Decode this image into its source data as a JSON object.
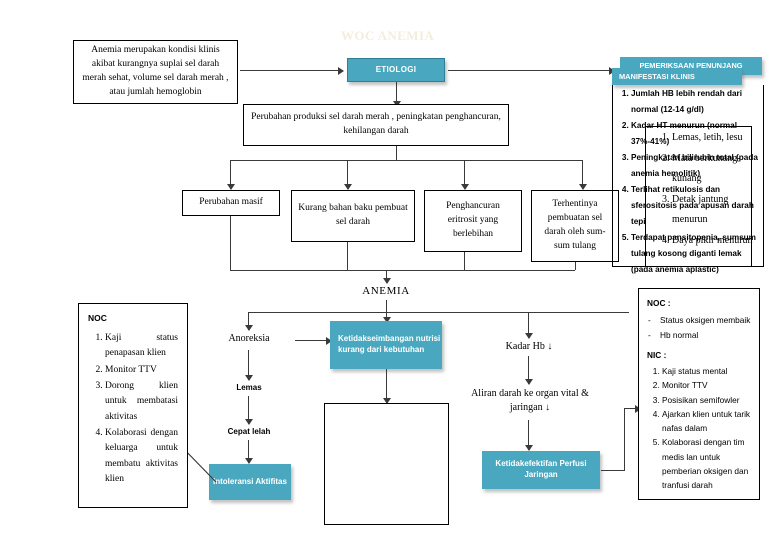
{
  "page": {
    "title": "WOC ANEMIA",
    "accent_color": "#49a8c0",
    "title_color": "#f3eddc",
    "line_color": "#3a3a3a"
  },
  "definition_box": {
    "text": "Anemia merupakan kondisi klinis akibat kurangnya suplai sel darah merah sehat, volume sel darah merah , atau jumlah hemoglobin"
  },
  "etiologi": {
    "label": "ETIOLOGI"
  },
  "mechanism_box": {
    "text": "Perubahan produksi sel darah merah , peningkatan penghancuran, kehilangan darah"
  },
  "causes": [
    {
      "text": "Perubahan masif"
    },
    {
      "text": "Kurang bahan baku pembuat sel darah"
    },
    {
      "text": "Penghancuran eritrosit yang berlebihan"
    },
    {
      "text": "Terhentinya pembuatan sel darah oleh sum-sum tulang"
    }
  ],
  "pemeriksaan_penunjang": {
    "header": "PEMERIKSAAN PENUNJANG",
    "items": [
      "Jumlah HB lebih rendah dari normal (12-14 g/dl)",
      "Kadar HT menurun (normal 37%-41%)",
      "Peningkatan bilirubin total (pada anemia hemolitik)",
      "Terlihat retikulosis dan sferositosis pada apusan darah tepi",
      "Terdapat pansitopenia, sumsum tulang kosong diganti lemak (pada anemia aplastic)"
    ]
  },
  "manifestasi_klinis": {
    "header": "MANIFESTASI KLINIS",
    "items": [
      "Lemas, letih, lesu",
      "Mata berkunang-kunang",
      "Detak jantung menurun",
      "Daya pikir menurun"
    ]
  },
  "anemia_node": {
    "label": "ANEMIA"
  },
  "left_branch": {
    "nodes": [
      "Anoreksia",
      "Lemas",
      "Cepat lelah"
    ],
    "diagnosis": "Intoleransi Aktifitas"
  },
  "center_branch": {
    "diagnosis": "Ketidakseimbangan nutrisi kurang dari kebutuhan"
  },
  "right_branch": {
    "nodes": [
      "Kadar Hb ↓",
      "Aliran darah ke organ vital & jaringan ↓"
    ],
    "diagnosis": "Ketidakefektifan  Perfusi Jaringan"
  },
  "noc_left": {
    "header": "NOC",
    "items": [
      "Kaji status penapasan klien",
      "Monitor TTV",
      "Dorong klien untuk membatasi aktivitas",
      "Kolaborasi dengan keluarga untuk membatu aktivitas klien"
    ]
  },
  "noc_nic_right": {
    "noc_header": "NOC :",
    "noc_items": [
      "Status oksigen membaik",
      "Hb normal"
    ],
    "nic_header": "NIC :",
    "nic_items": [
      "Kaji status mental",
      "Monitor TTV",
      "Posisikan semifowler",
      "Ajarkan klien untuk tarik nafas dalam",
      "Kolaborasi dengan tim medis lan untuk pemberian oksigen dan tranfusi darah"
    ]
  },
  "empty_box": {
    "text": ""
  }
}
